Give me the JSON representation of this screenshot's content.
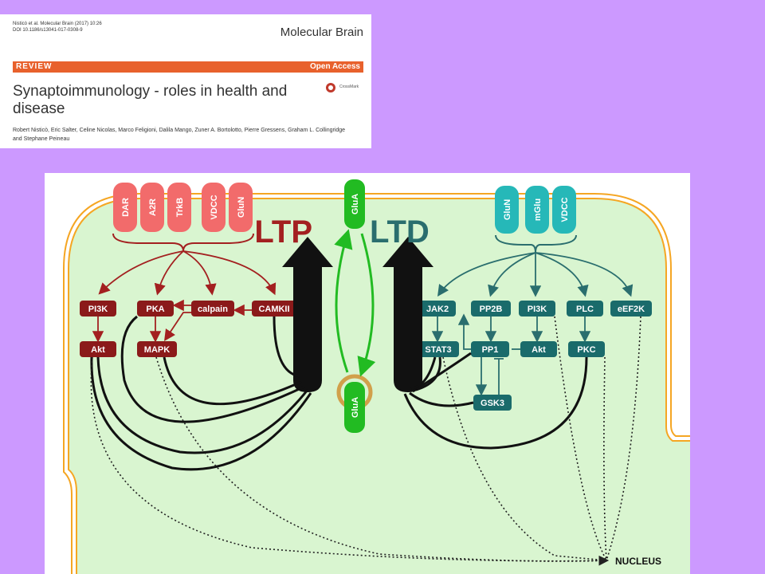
{
  "paper": {
    "citation_line1": "Nisticò et al. Molecular Brain (2017) 10:26",
    "citation_line2": "DOI 10.1186/s13041-017-0308-9",
    "journal": "Molecular Brain",
    "section": "REVIEW",
    "access": "Open Access",
    "title": "Synaptoimmunology - roles in health and disease",
    "authors": "Robert Nisticò, Eric Salter, Celine Nicolas, Marco Feligioni, Dalila Mango, Zuner A. Bortolotto, Pierre Gressens, Graham L. Collingridge and Stephane Peineau",
    "crossmark": "CrossMark"
  },
  "diagram": {
    "ltp_label": "LTP",
    "ltd_label": "LTD",
    "nucleus_label": "NUCLEUS",
    "glua_top": "GluA",
    "glua_bottom": "GluA",
    "ltp_receptors": [
      "DAR",
      "A2R",
      "TrkB",
      "VDCC",
      "GluN"
    ],
    "ltd_receptors": [
      "GluN",
      "mGlu",
      "VDCC"
    ],
    "ltp_nodes": {
      "pi3k": "PI3K",
      "pka": "PKA",
      "calpain": "calpain",
      "camkii": "CAMKII",
      "akt": "Akt",
      "mapk": "MAPK"
    },
    "ltd_nodes": {
      "jak2": "JAK2",
      "pp2b": "PP2B",
      "pi3k": "PI3K",
      "plc": "PLC",
      "eef2k": "eEF2K",
      "stat3": "STAT3",
      "pp1": "PP1",
      "akt": "Akt",
      "pkc": "PKC",
      "gsk3": "GSK3"
    },
    "colors": {
      "ltp_receptor": "#f26b6b",
      "ltp_node": "#8b1a1a",
      "ltd_receptor": "#26b8b8",
      "ltd_node": "#1a6b6b",
      "ltp_text": "#a32020",
      "ltd_text": "#2a6e6e",
      "cytoplasm": "#d9f5d0",
      "membrane": "#f5a623",
      "glua": "#22bb22"
    }
  }
}
